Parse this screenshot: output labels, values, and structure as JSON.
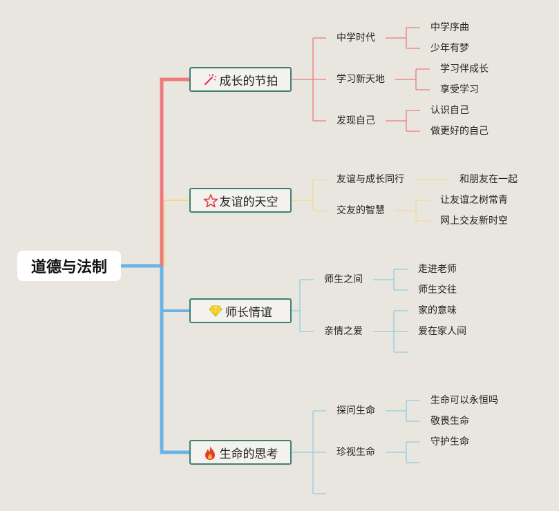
{
  "root": {
    "label": "道德与法制"
  },
  "branches": [
    {
      "label": "成长的节拍",
      "icon": "magic-wand-icon",
      "color": "#ef7a7a",
      "subs": [
        {
          "label": "中学时代",
          "leaves": [
            "中学序曲",
            "少年有梦"
          ]
        },
        {
          "label": "学习新天地",
          "leaves": [
            "学习伴成长",
            "享受学习"
          ]
        },
        {
          "label": "发现自己",
          "leaves": [
            "认识自己",
            "做更好的自己"
          ]
        }
      ]
    },
    {
      "label": "友谊的天空",
      "icon": "star-icon",
      "color": "#f5d98a",
      "subs": [
        {
          "label": "友谊与成长同行",
          "leaves": [
            "和朋友在一起"
          ]
        },
        {
          "label": "交友的智慧",
          "leaves": [
            "让友谊之树常青",
            "网上交友新时空"
          ]
        }
      ]
    },
    {
      "label": "师长情谊",
      "icon": "gem-icon",
      "color": "#8fcde0",
      "subs": [
        {
          "label": "师生之间",
          "leaves": [
            "走进老师",
            "师生交往"
          ]
        },
        {
          "label": "亲情之爱",
          "leaves": [
            "家的意味",
            "爱在家人间",
            ""
          ]
        }
      ]
    },
    {
      "label": "生命的思考",
      "icon": "fire-icon",
      "color": "#8fcde0",
      "subs": [
        {
          "label": "探问生命",
          "leaves": [
            "生命可以永恒吗",
            "敬畏生命"
          ]
        },
        {
          "label": "珍视生命",
          "leaves": [
            "守护生命",
            ""
          ]
        },
        {
          "label": "",
          "leaves": []
        }
      ]
    }
  ],
  "colors": {
    "trunk_red": "#ef7a7a",
    "trunk_blue": "#6bb3e6",
    "node_border": "#3d7f74"
  }
}
